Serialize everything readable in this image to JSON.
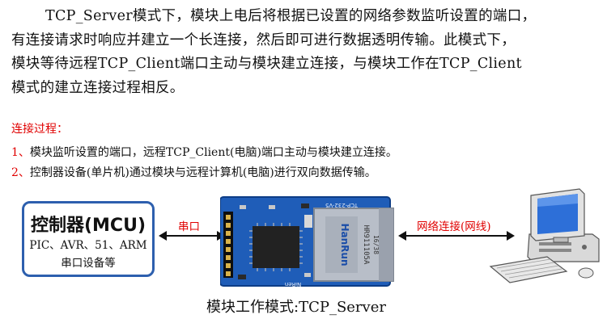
{
  "paragraph": {
    "lines": [
      "TCP_Server模式下，模块上电后将根据已设置的网络参数监听设置的端口，",
      "有连接请求时响应并建立一个长连接，然后即可进行数据透明传输。此模式下，",
      "模块等待远程TCP_Client端口主动与模块建立连接，与模块工作在TCP_Client",
      "模式的建立连接过程相反。"
    ]
  },
  "process": {
    "title": "连接过程：",
    "steps": [
      {
        "num": "1、",
        "text": "模块监听设置的端口，远程TCP_Client(电脑)端口主动与模块建立连接。"
      },
      {
        "num": "2、",
        "text": "控制器设备(单片机)通过模块与远程计算机(电脑)进行双向数据传输。"
      }
    ]
  },
  "diagram": {
    "mcu": {
      "title": "控制器(MCU)",
      "line1": "PIC、AVR、51、ARM",
      "line2": "串口设备等"
    },
    "serial_label": "串口",
    "network_label": "网络连接(网线)",
    "module_board": {
      "chip_text": "HanRun",
      "part_number": "HR911105A",
      "date_code": "16/38",
      "model": "TCP-232-V5",
      "maker": "NiRen"
    },
    "caption": "模块工作模式:TCP_Server",
    "colors": {
      "accent_red": "#e00000",
      "box_border": "#2d5fae",
      "board_blue": "#1f5db8"
    }
  }
}
